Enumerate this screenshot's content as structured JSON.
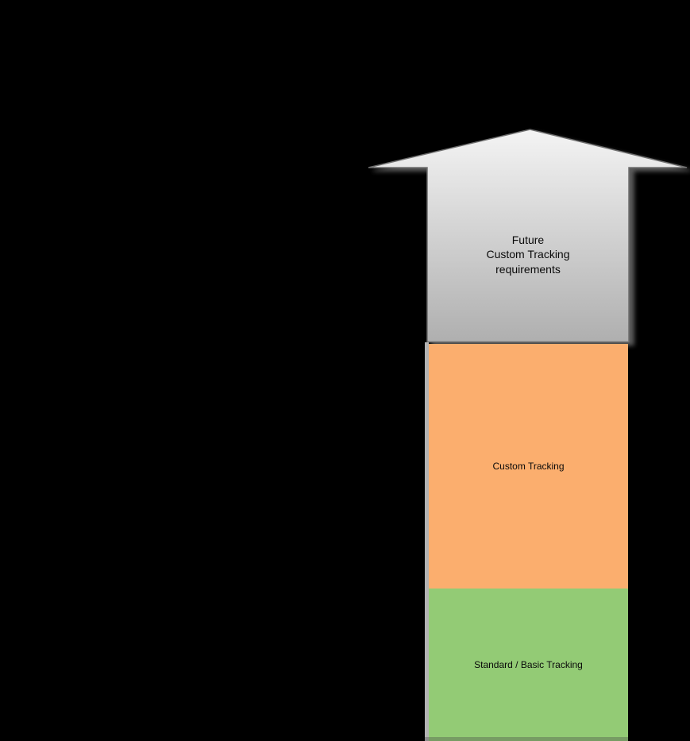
{
  "canvas": {
    "background": "#000000"
  },
  "diagram": {
    "arrow": {
      "label_lines": [
        "Future",
        "Custom Tracking",
        "requirements"
      ],
      "fill_top": "#F4F4F4",
      "fill_bottom": "#AFAFAF",
      "outline_color": "#6F6F6F",
      "shadow_color": "#5E5E5E"
    },
    "segments": [
      {
        "label": "Custom Tracking",
        "color": "#FBAE6E",
        "text_color": "#000000"
      },
      {
        "label": "Standard / Basic Tracking",
        "color": "#93CB75",
        "text_color": "#000000"
      }
    ]
  }
}
